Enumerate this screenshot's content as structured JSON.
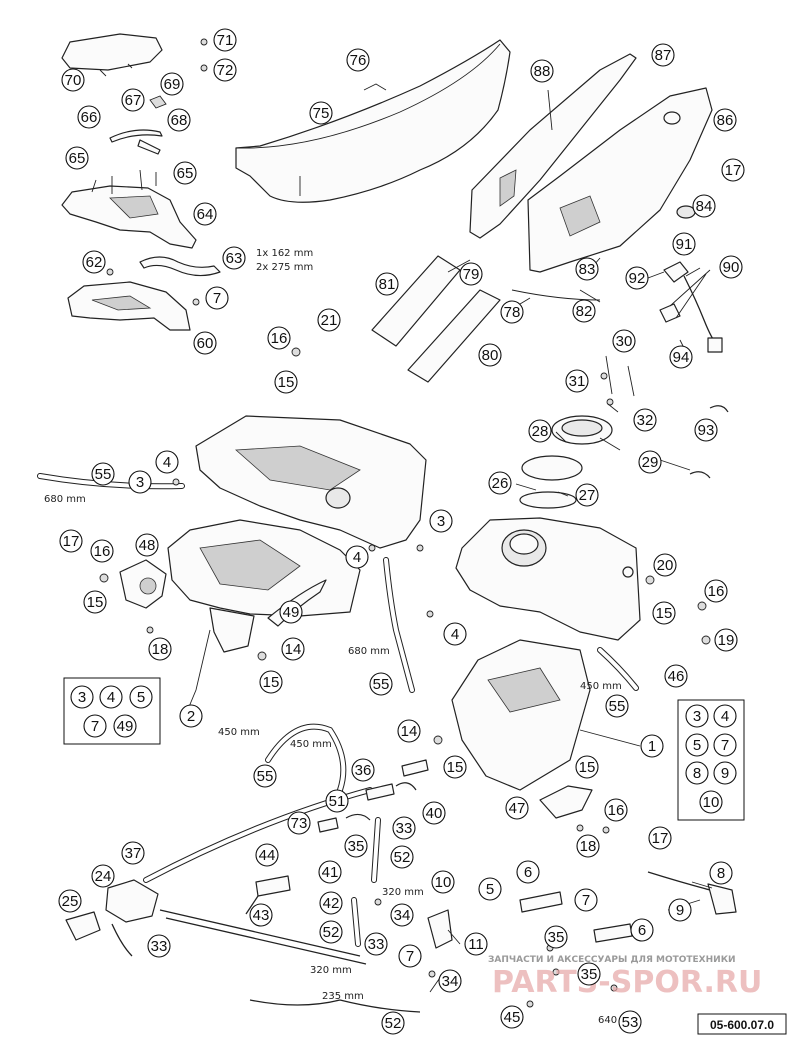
{
  "drawing_code": "05-600.07.0",
  "watermark": {
    "line1": "ЗАПЧАСТИ И АКСЕССУАРЫ ДЛЯ МОТОТЕХНИКИ",
    "line2": "PARTS-SPOR.RU"
  },
  "measurements": {
    "m162": "1x 162 mm",
    "m275": "2x 275 mm",
    "m680a": "680 mm",
    "m680b": "680 mm",
    "m450a": "450 mm",
    "m450b": "450 mm",
    "m450c": "450 mm",
    "m320a": "320 mm",
    "m320b": "320 mm",
    "m235": "235 mm",
    "m640": "640 mm"
  },
  "group_box_left": [
    "3",
    "4",
    "5",
    "7",
    "49"
  ],
  "group_box_right": [
    "3",
    "4",
    "5",
    "7",
    "8",
    "9",
    "10"
  ],
  "callouts": [
    "71",
    "72",
    "70",
    "69",
    "67",
    "68",
    "66",
    "65",
    "65",
    "64",
    "62",
    "63",
    "7",
    "60",
    "76",
    "75",
    "88",
    "87",
    "86",
    "17",
    "84",
    "81",
    "79",
    "78",
    "80",
    "83",
    "82",
    "91",
    "92",
    "90",
    "94",
    "21",
    "16",
    "15",
    "30",
    "31",
    "32",
    "28",
    "29",
    "93",
    "55",
    "3",
    "4",
    "26",
    "27",
    "17",
    "16",
    "48",
    "15",
    "18",
    "49",
    "14",
    "15",
    "4",
    "3",
    "4",
    "20",
    "15",
    "16",
    "19",
    "55",
    "2",
    "46",
    "55",
    "1",
    "14",
    "15",
    "47",
    "15",
    "16",
    "18",
    "17",
    "36",
    "51",
    "40",
    "73",
    "35",
    "33",
    "52",
    "44",
    "43",
    "41",
    "42",
    "34",
    "52",
    "33",
    "37",
    "24",
    "25",
    "33",
    "10",
    "11",
    "7",
    "34",
    "5",
    "6",
    "7",
    "6",
    "35",
    "35",
    "45",
    "53",
    "52",
    "8",
    "9",
    "55"
  ]
}
